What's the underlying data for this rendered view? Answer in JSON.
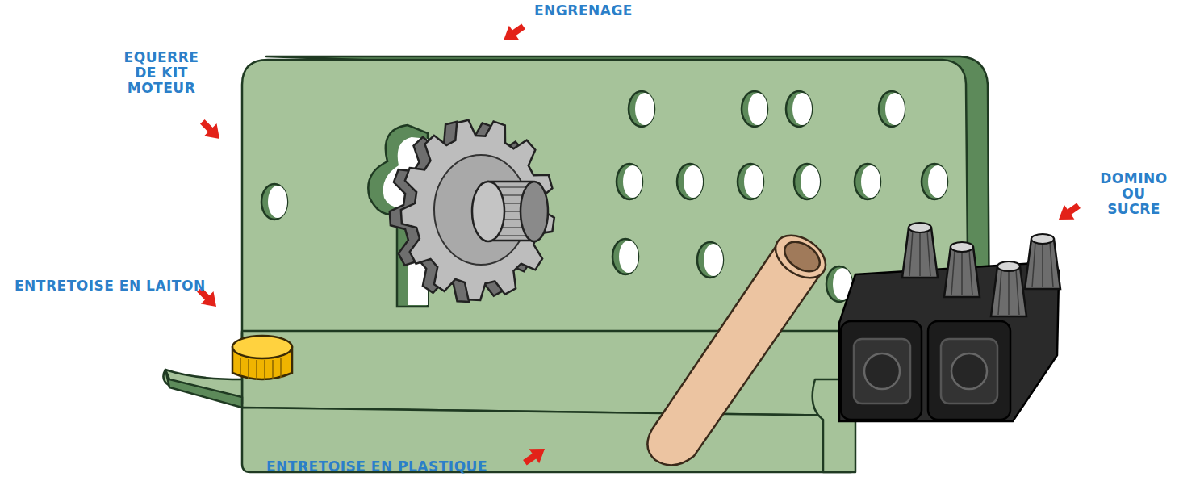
{
  "diagram": {
    "labels": [
      "ENGRENAGE",
      "EQUERRE DE KIT MOTEUR",
      "DOMINO OU SUCRE",
      "ENTRETOISE EN LAITON",
      "ENTRETOISE EN PLASTIQUE"
    ]
  }
}
